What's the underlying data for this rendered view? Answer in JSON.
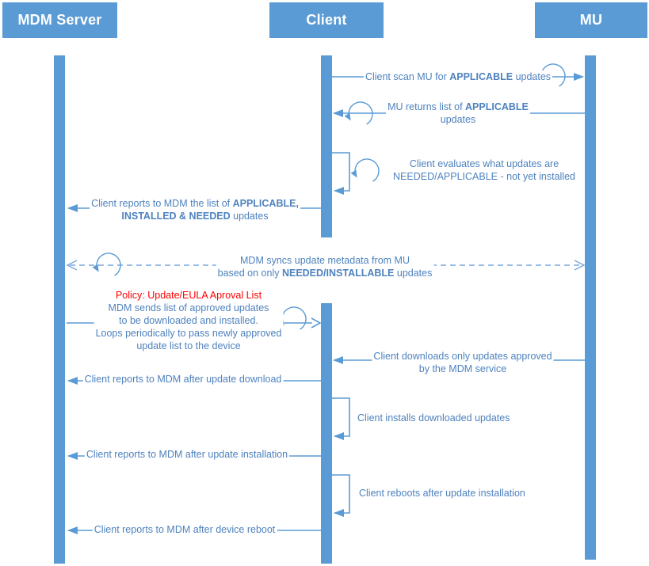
{
  "actors": {
    "mdm": "MDM Server",
    "client": "Client",
    "mu": "MU"
  },
  "colors": {
    "primary": "#5B9BD5",
    "dashed_line": "#7AA7DB",
    "message_text": "#4E82BE",
    "policy_red": "#FF0000"
  },
  "m1": {
    "pre": "Client scan MU for ",
    "bold": "APPLICABLE",
    "post": " updates"
  },
  "m2": {
    "pre": "MU returns list of ",
    "bold": "APPLICABLE",
    "line2": "updates"
  },
  "m3": {
    "line1": "Client evaluates what updates are",
    "line2": "NEEDED/APPLICABLE - not yet installed"
  },
  "m4": {
    "l1pre": "Client reports to MDM the list of ",
    "l1bold": "APPLICABLE,",
    "l2bold": "INSTALLED & NEEDED",
    "l2post": " updates"
  },
  "m5": {
    "line1": "MDM syncs update metadata from MU",
    "l2pre": "based on only ",
    "l2bold": "NEEDED/INSTALLABLE",
    "l2post": " updates"
  },
  "m6": {
    "policy": "Policy: Update/EULA Aproval List",
    "line1": "MDM sends list of approved updates",
    "line2": "to be downloaded and installed.",
    "line3": "Loops periodically to pass newly approved",
    "line4": "update list to the device"
  },
  "m7": {
    "line1": "Client downloads only updates approved",
    "line2": "by the MDM service"
  },
  "m8": {
    "text": "Client reports to MDM after update download"
  },
  "m9": {
    "text": "Client installs downloaded updates"
  },
  "m10": {
    "text": "Client reports to MDM after update installation"
  },
  "m11": {
    "text": "Client reboots after update installation"
  },
  "m12": {
    "text": "Client reports to MDM after device reboot"
  }
}
